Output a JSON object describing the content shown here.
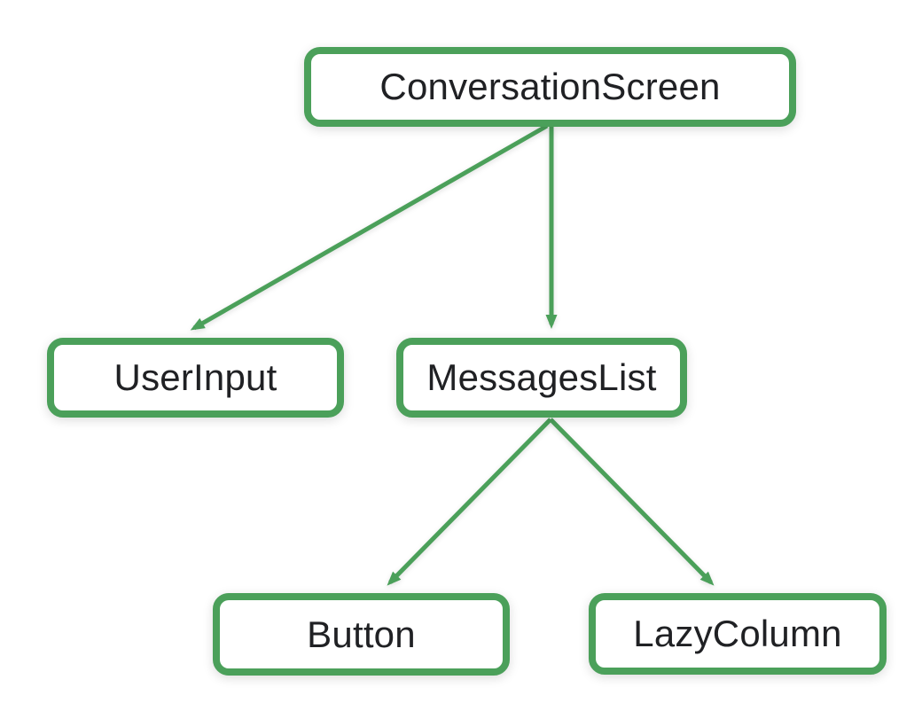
{
  "theme": {
    "accent_color": "#4BA05A",
    "node_fill_color": "#FFFFFF",
    "text_color": "#202124",
    "background_color": "#FFFFFF"
  },
  "diagram": {
    "type": "tree",
    "nodes": [
      {
        "id": "conversation-screen",
        "label": "ConversationScreen"
      },
      {
        "id": "user-input",
        "label": "UserInput"
      },
      {
        "id": "messages-list",
        "label": "MessagesList"
      },
      {
        "id": "button",
        "label": "Button"
      },
      {
        "id": "lazy-column",
        "label": "LazyColumn"
      }
    ],
    "edges": [
      {
        "from": "ConversationScreen",
        "to": "UserInput"
      },
      {
        "from": "ConversationScreen",
        "to": "MessagesList"
      },
      {
        "from": "MessagesList",
        "to": "Button"
      },
      {
        "from": "MessagesList",
        "to": "LazyColumn"
      }
    ]
  }
}
